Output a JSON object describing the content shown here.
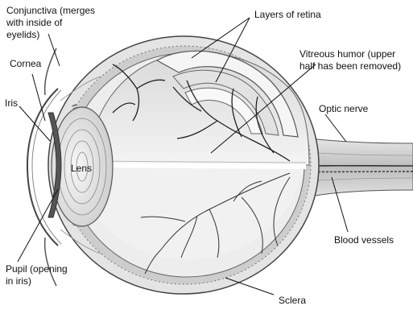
{
  "labels": {
    "conjunctiva": "Conjunctiva (merges\nwith inside of\neyelids)",
    "cornea": "Cornea",
    "iris": "Iris",
    "lens": "Lens",
    "pupil": "Pupil (opening\nin iris)",
    "layers_of_retina": "Layers of retina",
    "vitreous_humor": "Vitreous humor (upper\nhalf has been removed)",
    "optic_nerve": "Optic nerve",
    "blood_vessels": "Blood vessels",
    "sclera": "Sclera"
  }
}
